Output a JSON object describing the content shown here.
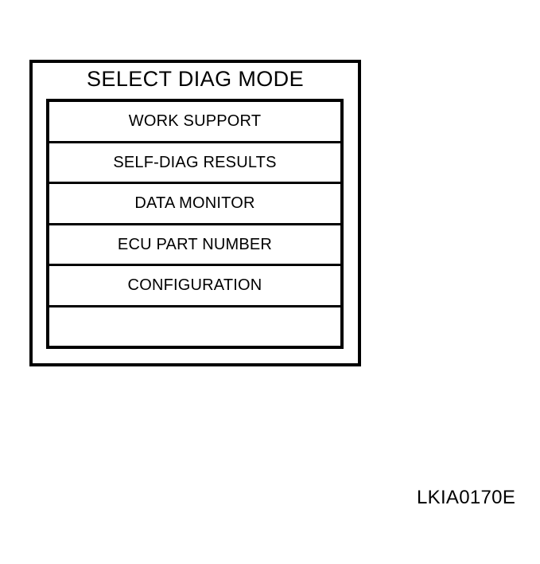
{
  "figure": {
    "caption": "LKIA0170E",
    "background_color": "#ffffff",
    "ink_color": "#000000"
  },
  "panel": {
    "title": "SELECT DIAG MODE",
    "border_color": "#000000",
    "background_color": "#ffffff",
    "list": {
      "rows": [
        {
          "label": "WORK SUPPORT"
        },
        {
          "label": "SELF-DIAG RESULTS"
        },
        {
          "label": "DATA MONITOR"
        },
        {
          "label": "ECU PART NUMBER"
        },
        {
          "label": ""
        }
      ],
      "row_count": 6,
      "items": [
        "WORK SUPPORT",
        "SELF-DIAG RESULTS",
        "DATA MONITOR",
        "ECU PART NUMBER",
        "CONFIGURATION",
        ""
      ]
    }
  }
}
